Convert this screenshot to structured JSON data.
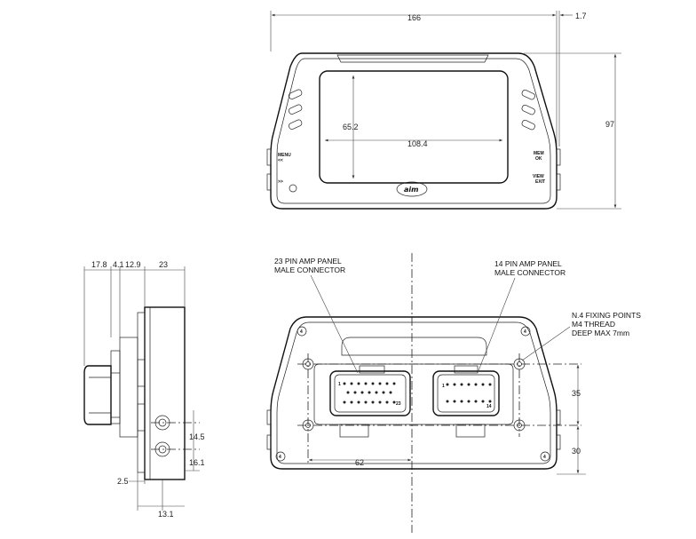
{
  "front_view": {
    "width_label": "166",
    "edge_label": "1.7",
    "height_label": "97",
    "screen_height_label": "65.2",
    "screen_width_label": "108.4",
    "left_button_top_text": "MENU",
    "left_button_top_sub": "<<",
    "left_button_bottom_text": ">>",
    "right_button_top_text": "MEM",
    "right_button_top_sub": "OK",
    "right_button_bottom_text": "VIEW",
    "right_button_bottom_sub": "EXIT",
    "logo_text": "aim"
  },
  "side_view": {
    "dim_a": "17.8",
    "dim_b": "4.1",
    "dim_c": "12.9",
    "dim_d": "23",
    "dim_e": "14.5",
    "dim_f": "16.1",
    "dim_g": "2.5",
    "dim_h": "13.1"
  },
  "rear_view": {
    "connector_23_line1": "23 PIN AMP PANEL",
    "connector_23_line2": "MALE CONNECTOR",
    "connector_14_line1": "14 PIN AMP PANEL",
    "connector_14_line2": "MALE CONNECTOR",
    "fixing_line1": "N.4 FIXING POINTS",
    "fixing_line2": "M4 THREAD",
    "fixing_line3": "DEEP MAX 7mm",
    "dim_62": "62",
    "dim_35": "35",
    "dim_30": "30",
    "pin_1_23": "1",
    "pin_23": "23",
    "pin_1_14": "1",
    "pin_14": "14",
    "screw_mark": "4"
  }
}
